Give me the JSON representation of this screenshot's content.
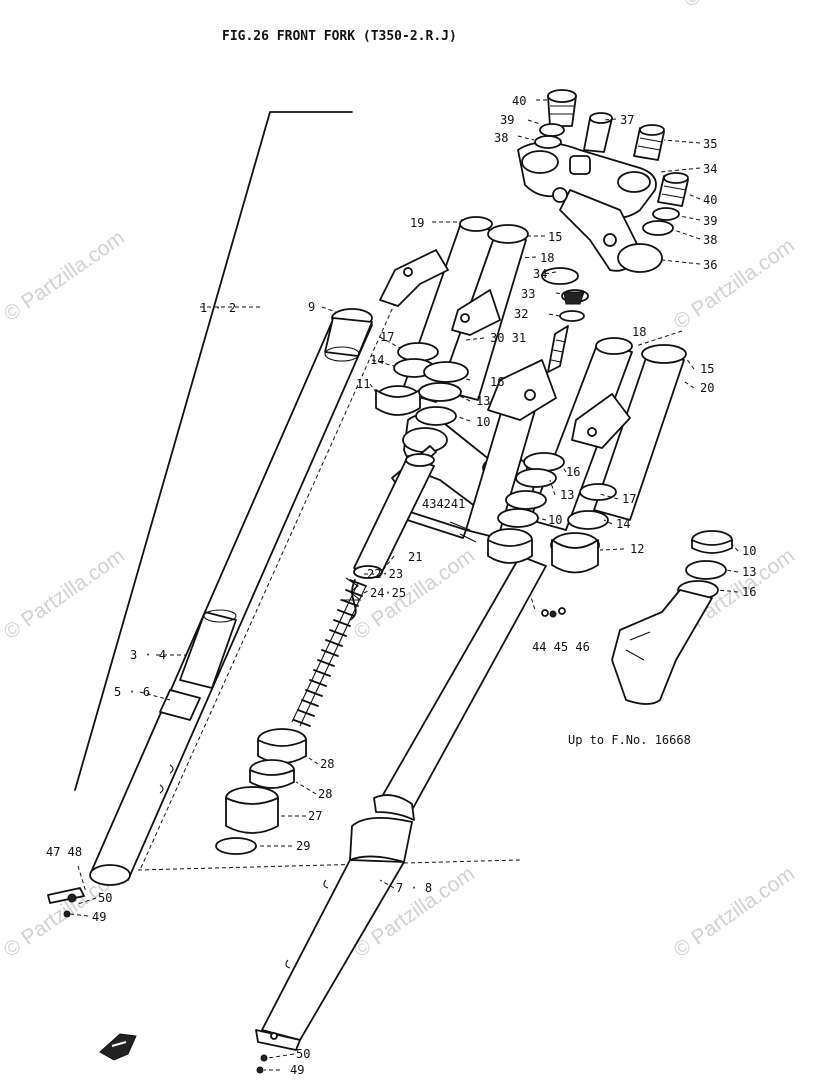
{
  "title": "FIG.26  FRONT FORK (T350-2.R.J)",
  "note": "Up to F.No. 16668",
  "watermark": "© Partzilla.com",
  "callouts": {
    "c40a": "40",
    "c39a": "39",
    "c38a": "38",
    "c37": "37",
    "c35": "35",
    "c34": "34",
    "c40b": "40",
    "c39b": "39",
    "c38b": "38",
    "c36": "36",
    "c19": "19",
    "c15a": "15",
    "c18a": "18",
    "c34b": "34",
    "c33": "33",
    "c32": "32",
    "c3031": "30 31",
    "c12": "1 · 2",
    "c9": "9",
    "c17a": "17",
    "c14a": "14",
    "c11": "11",
    "c16a": "16",
    "c13a": "13",
    "c10a": "10",
    "c18b": "18",
    "c15b": "15",
    "c20": "20",
    "c16b": "16",
    "c13b": "13",
    "c17b": "17",
    "c10b": "10",
    "c14b": "14",
    "c12b": "12",
    "c434241": "434241",
    "c21": "21",
    "c2223": "22·23",
    "c2425": "24·25",
    "c10c": "10",
    "c13c": "13",
    "c16c": "16",
    "c444546": "44 45 46",
    "c34x": "3 · 4",
    "c56": "5 · 6",
    "c28a": "28",
    "c28b": "28",
    "c27": "27",
    "c29": "29",
    "c4748": "47 48",
    "c50a": "50",
    "c49a": "49",
    "c78": "7 · 8",
    "c50b": "50",
    "c49b": "49"
  }
}
